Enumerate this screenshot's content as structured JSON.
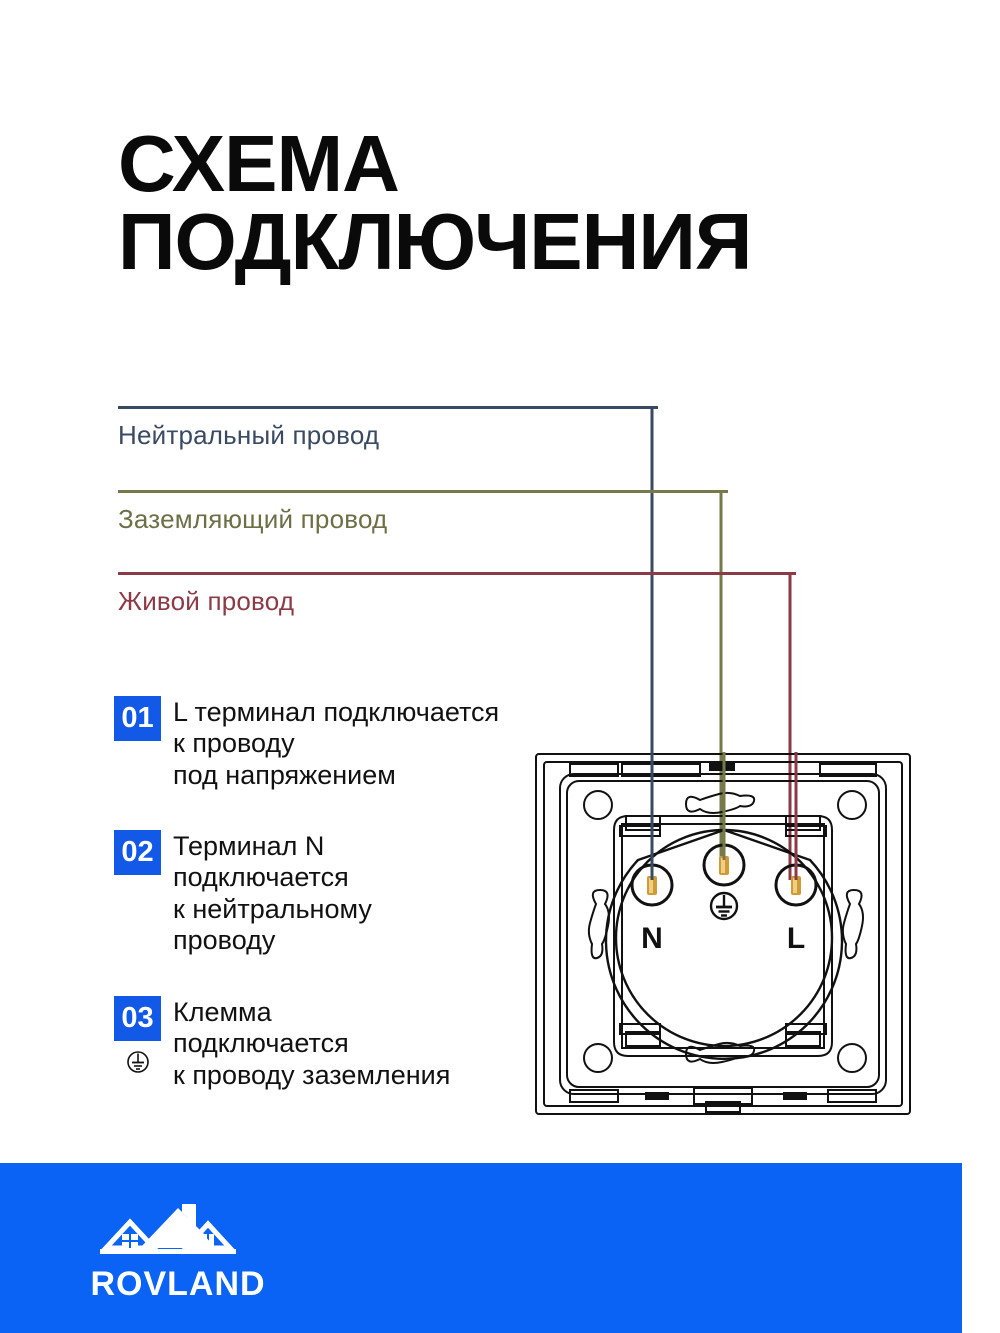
{
  "title": {
    "line1": "СХЕМА",
    "line2": "ПОДКЛЮЧЕНИЯ"
  },
  "wires": [
    {
      "id": "neutral",
      "label": "Нейтральный провод",
      "color": "#3a4a63",
      "terminal": "N"
    },
    {
      "id": "ground",
      "label": "Заземляющий провод",
      "color": "#77794a",
      "terminal": "Earth"
    },
    {
      "id": "live",
      "label": "Живой провод",
      "color": "#8d3a47",
      "terminal": "L"
    }
  ],
  "steps": [
    {
      "number": "01",
      "text": "L терминал подключается\nк проводу\nпод напряжением",
      "icon": ""
    },
    {
      "number": "02",
      "text": "Терминал N\nподключается\nк нейтральному\nпроводу",
      "icon": ""
    },
    {
      "number": "03",
      "text": "Клемма\nподключается\nк проводу заземления",
      "icon": "earth-ground-icon"
    }
  ],
  "socket": {
    "terminal_left_label": "N",
    "terminal_right_label": "L",
    "center_symbol": "earth-ground-icon"
  },
  "footer": {
    "brand": "ROVLAND",
    "logo_icon": "house-roof-icon",
    "background": "#0a63f5"
  },
  "colors": {
    "accent_blue": "#1259e8",
    "footer_blue": "#0a63f5",
    "text_black": "#111111",
    "neutral_wire": "#3a4a63",
    "ground_wire": "#77794a",
    "live_wire": "#8d3a47"
  }
}
